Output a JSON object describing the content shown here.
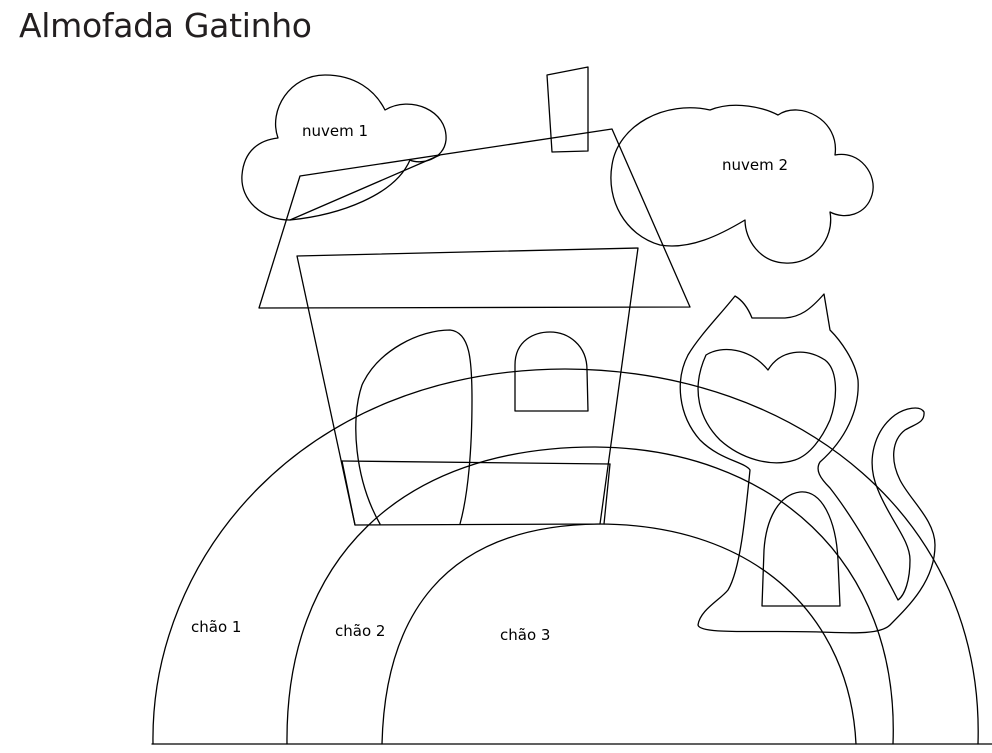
{
  "title": "Almofada Gatinho",
  "labels": {
    "cloud1": "nuvem 1",
    "cloud2": "nuvem 2",
    "ground1": "chão 1",
    "ground2": "chão 2",
    "ground3": "chão 3"
  }
}
